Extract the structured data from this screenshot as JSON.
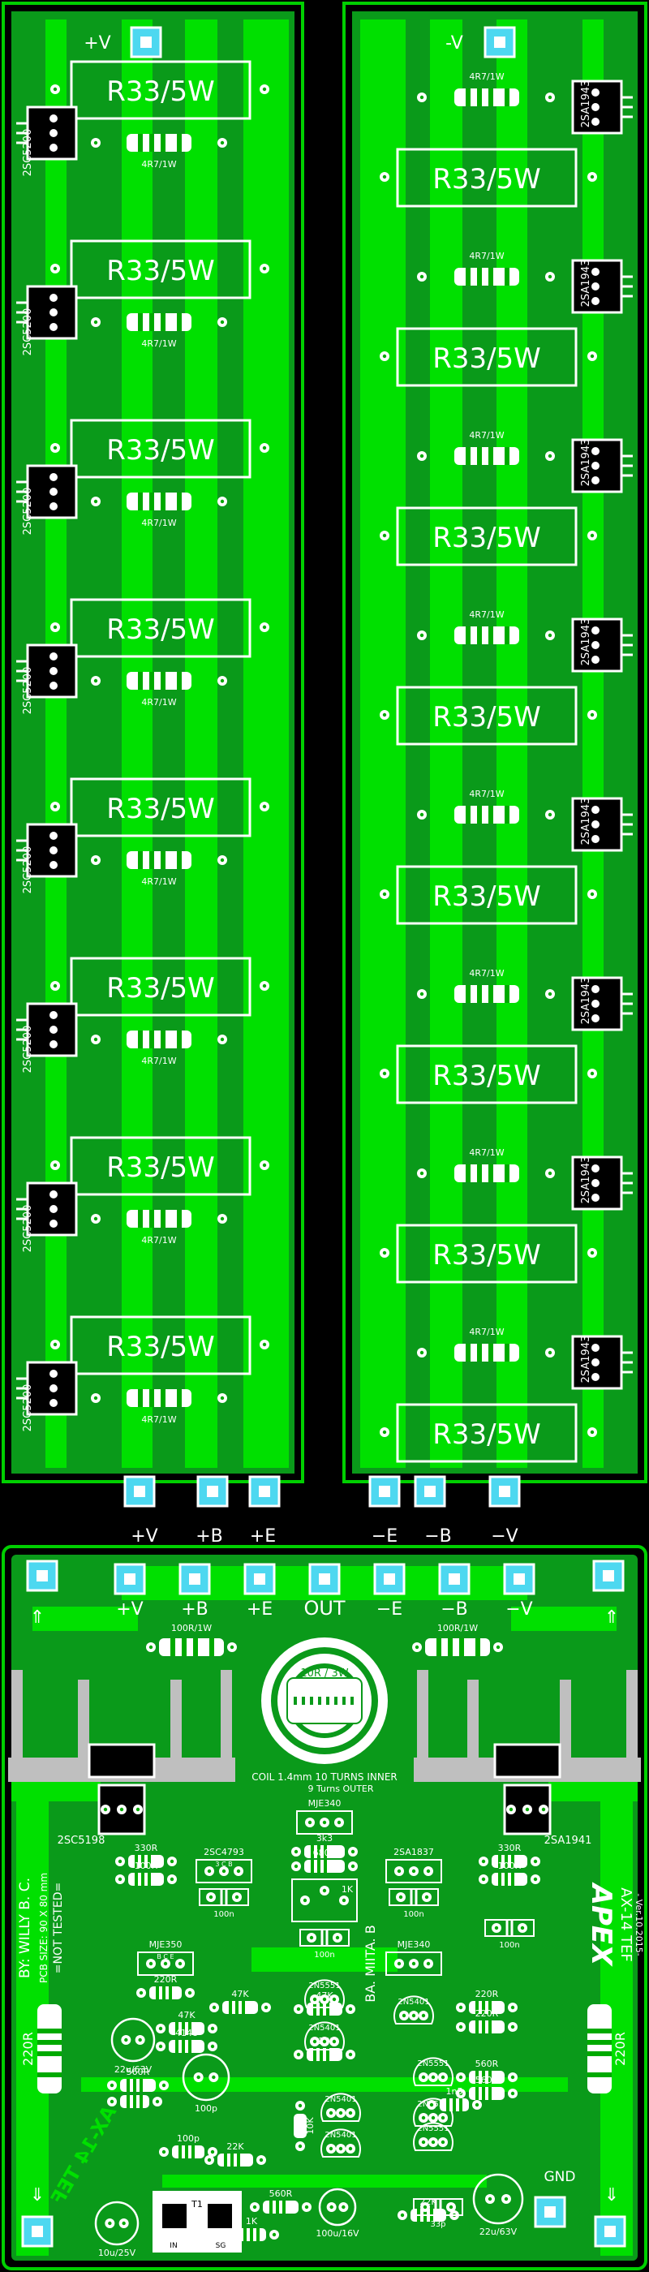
{
  "top_left_board": {
    "supply_label": "+V",
    "transistor_label": "2SC5200",
    "emitter_resistor_label": "R33/5W",
    "base_resistor_label": "4R7/1W",
    "stage_count": 8
  },
  "top_right_board": {
    "supply_label": "-V",
    "transistor_label": "2SA1943",
    "emitter_resistor_label": "R33/5W",
    "base_resistor_label": "4R7/1W",
    "stage_count": 8
  },
  "connector_row_labels": [
    "+V",
    "+B",
    "+E",
    "−E",
    "−B",
    "−V"
  ],
  "driver_board": {
    "terminals": [
      "+V",
      "+B",
      "+E",
      "OUT",
      "−E",
      "−B",
      "−V"
    ],
    "gnd_label": "GND",
    "coil_resistor_label": "10R / 3W",
    "coil_note_1": "COIL 1.4mm  10 TURNS INNER",
    "coil_note_2": "9 Turns OUTER",
    "supply_resistor_label": "100R/1W",
    "left_driver_label": "2SC5198",
    "right_driver_label": "2SA1941",
    "brand": "APEX",
    "model": "AX-14 TEF",
    "version": "- Ver.10.2015-",
    "author_line_1": "BY: WILLY B. C.",
    "author_line_2": "PCB SIZE: 90 X 80 mm",
    "author_line_3": "=NOT TESTED=",
    "mitta_label": "BA. MIITA. B",
    "mirrored_brand": "AX-14 TEF",
    "components": {
      "mje340": "MJE340",
      "mje350": "MJE350",
      "mje340_b": "MJE340",
      "q2sc4793": "2SC4793",
      "q2sa1837": "2SA1837",
      "cbe": "B  C  E",
      "cbe_2": "3  C  B",
      "r330_l": "330R",
      "r100_l": "100R",
      "r330_r": "330R",
      "r100_r": "100R",
      "r3k3": "3k3",
      "r680": "680R",
      "r1k": "1K",
      "c100n_1": "100n",
      "c100n_2": "100n",
      "c100n_3": "100n",
      "c100n_4": "100n",
      "r220_a": "220R",
      "r220_b": "220R",
      "r220_c": "220R",
      "r220_d": "220R",
      "r220_big_l": "220R",
      "r220_big_r": "220R",
      "r47k_a": "47K",
      "r47k_b": "47K",
      "r47k_c": "47K",
      "d4148_a": "4148",
      "d4148_b": "4148",
      "r560_a": "560R",
      "r560_b": "560R",
      "r560_c": "560R",
      "r560_d": "560R",
      "r22k_a": "22K",
      "r22k_b": "22K",
      "q2n5551_a": "2N5551",
      "q2n5401_a": "2N5401",
      "q2n5401_b": "2N5401",
      "q2n5551_b": "2N5551",
      "q2n5401_c": "2N5401",
      "q2n5551_c": "2N5551",
      "q2n5551_d": "2N5551",
      "q2n5401_d": "2N5401",
      "c1n5": "1n5",
      "c100p": "100p",
      "c33p": "33p",
      "r1k_b": "1K",
      "r10k": "10K",
      "c22u": "22u/63V",
      "c22u_r": "22u/63V",
      "c100u": "100u/16V",
      "c10u": "10u/25V",
      "trimmer": "T1",
      "in_label": "IN",
      "sg_label": "SG"
    }
  }
}
